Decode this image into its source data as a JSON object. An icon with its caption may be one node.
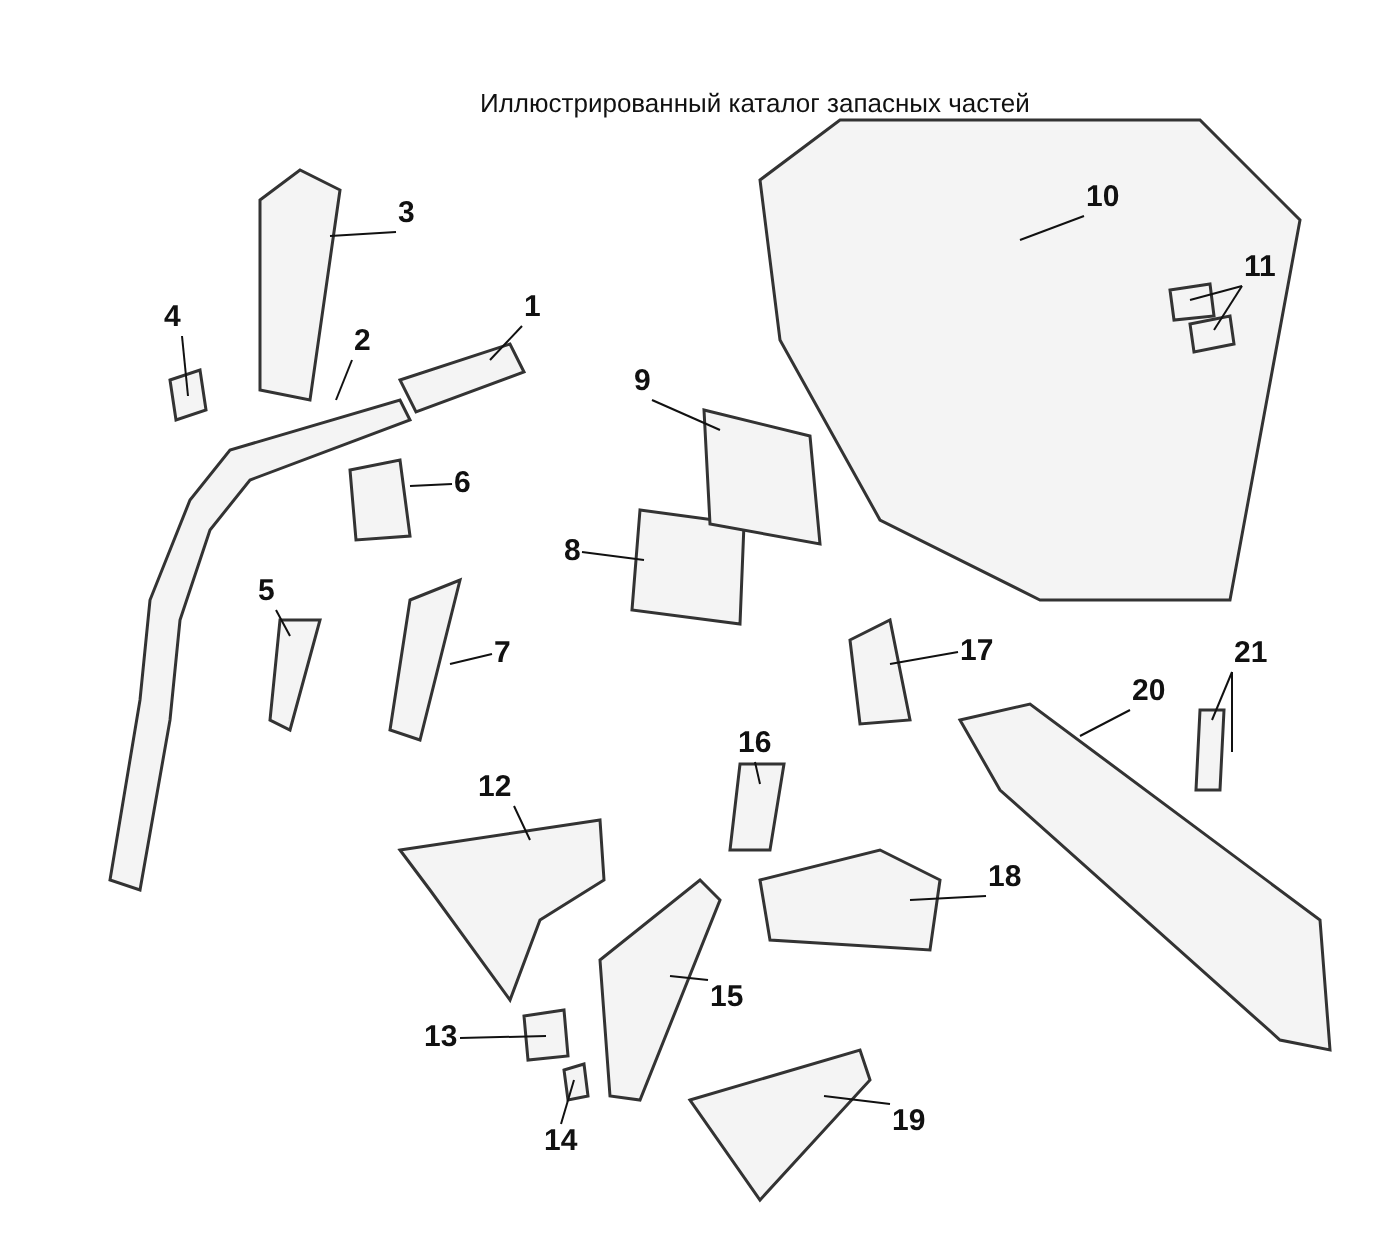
{
  "diagram": {
    "title": "Иллюстрированный каталог запасных частей",
    "nodes": [
      {
        "text": [
          "1"
        ]
      },
      {
        "text": [
          "2"
        ]
      },
      {
        "text": [
          "3"
        ]
      },
      {
        "text": [
          "4"
        ]
      },
      {
        "text": [
          "5"
        ]
      },
      {
        "text": [
          "6"
        ]
      },
      {
        "text": [
          "7"
        ]
      },
      {
        "text": [
          "8"
        ]
      },
      {
        "text": [
          "9"
        ]
      },
      {
        "text": [
          "10"
        ]
      },
      {
        "text": [
          "11"
        ]
      },
      {
        "text": [
          "12"
        ]
      },
      {
        "text": [
          "13"
        ]
      },
      {
        "text": [
          "14"
        ]
      },
      {
        "text": [
          "15"
        ]
      },
      {
        "text": [
          "16"
        ]
      },
      {
        "text": [
          "17"
        ]
      },
      {
        "text": [
          "18"
        ]
      },
      {
        "text": [
          "19"
        ]
      },
      {
        "text": [
          "20"
        ]
      },
      {
        "text": [
          "21"
        ]
      }
    ],
    "edges": [
      {
        "from": 0,
        "to": null,
        "arrow": "none"
      },
      {
        "from": 1,
        "to": null,
        "arrow": "none"
      },
      {
        "from": 2,
        "to": null,
        "arrow": "none"
      },
      {
        "from": 3,
        "to": null,
        "arrow": "none"
      },
      {
        "from": 4,
        "to": null,
        "arrow": "none"
      },
      {
        "from": 5,
        "to": null,
        "arrow": "none"
      },
      {
        "from": 6,
        "to": null,
        "arrow": "none"
      },
      {
        "from": 7,
        "to": null,
        "arrow": "none"
      },
      {
        "from": 8,
        "to": null,
        "arrow": "none"
      },
      {
        "from": 9,
        "to": null,
        "arrow": "none"
      },
      {
        "from": 10,
        "to": null,
        "arrow": "none"
      },
      {
        "from": 10,
        "to": null,
        "arrow": "none"
      },
      {
        "from": 11,
        "to": null,
        "arrow": "none"
      },
      {
        "from": 12,
        "to": null,
        "arrow": "none"
      },
      {
        "from": 13,
        "to": null,
        "arrow": "none"
      },
      {
        "from": 14,
        "to": null,
        "arrow": "none"
      },
      {
        "from": 15,
        "to": null,
        "arrow": "none"
      },
      {
        "from": 16,
        "to": null,
        "arrow": "none"
      },
      {
        "from": 17,
        "to": null,
        "arrow": "none"
      },
      {
        "from": 18,
        "to": null,
        "arrow": "none"
      },
      {
        "from": 19,
        "to": null,
        "arrow": "none"
      },
      {
        "from": 20,
        "to": null,
        "arrow": "none"
      },
      {
        "from": 20,
        "to": null,
        "arrow": "none"
      }
    ]
  }
}
